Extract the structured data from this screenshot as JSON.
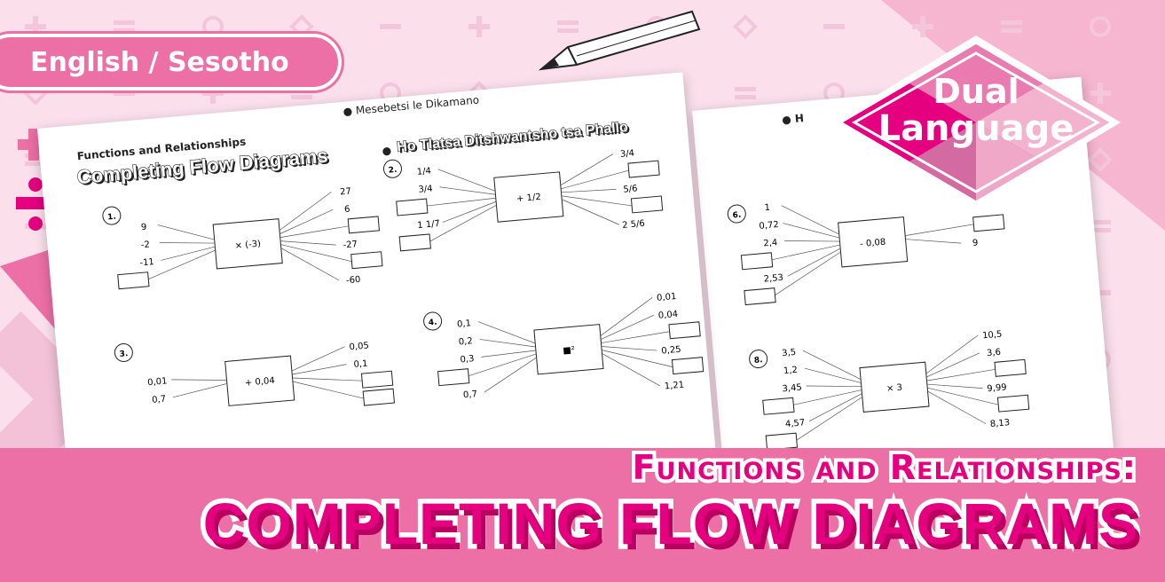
{
  "language_pill": "English / Sesotho",
  "badge": {
    "line1": "Dual",
    "line2": "Language"
  },
  "banner": {
    "subtitle": "Functions and Relationships:",
    "title": "Completing Flow Diagrams"
  },
  "colors": {
    "magenta": "#e4007f",
    "pink": "#ec6fa5",
    "light_pink": "#f3c2d8",
    "background": "#fbe0ec"
  },
  "worksheet": {
    "topic_en": "Functions and Relationships",
    "topic_st": "Mesebetsi le Dikamano",
    "title_en": "Completing Flow Diagrams",
    "title_st": "Ho Tlatsa Ditshwantsho tsa Phallo",
    "page2_header": "H",
    "diagrams": [
      {
        "number": "1.",
        "operator": "× (-3)",
        "inputs": [
          "9",
          "-2",
          "-11",
          ""
        ],
        "outputs": [
          "27",
          "6",
          "",
          "-27",
          "",
          "-60"
        ]
      },
      {
        "number": "2.",
        "operator": "+ 1/2",
        "inputs": [
          "1/4",
          "3/4",
          "",
          "1 1/7",
          ""
        ],
        "outputs": [
          "3/4",
          "",
          "5/6",
          "",
          "2 5/6"
        ]
      },
      {
        "number": "3.",
        "operator": "+ 0,04",
        "inputs": [
          "0,01",
          "0,7"
        ],
        "outputs": [
          "0,05",
          "0,1",
          "",
          ""
        ]
      },
      {
        "number": "4.",
        "operator": "■²",
        "inputs": [
          "0,1",
          "0,2",
          "0,3",
          "",
          "0,7"
        ],
        "outputs": [
          "0,01",
          "0,04",
          "",
          "0,25",
          "",
          "1,21"
        ]
      },
      {
        "number": "6.",
        "operator": "- 0,08",
        "inputs": [
          "1",
          "0,72",
          "2,4",
          "",
          "2,53",
          ""
        ],
        "outputs": [
          "",
          "9"
        ]
      },
      {
        "number": "8.",
        "operator": "× 3",
        "inputs": [
          "3,5",
          "1,2",
          "3,45",
          "",
          "4,57",
          ""
        ],
        "outputs": [
          "10,5",
          "3,6",
          "",
          "9,99",
          "",
          "8,13"
        ]
      }
    ]
  }
}
